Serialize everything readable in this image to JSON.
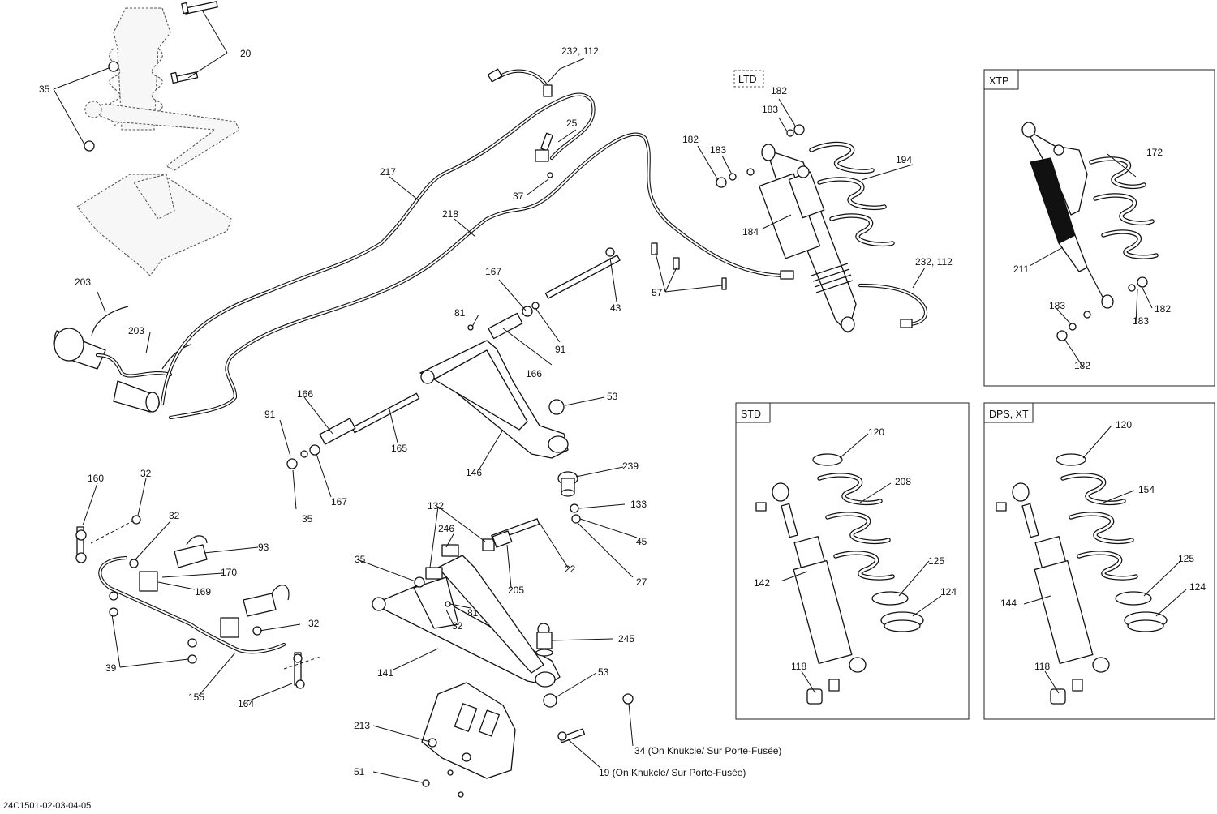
{
  "diagram": {
    "reference_code": "24C1501-02-03-04-05",
    "variants": {
      "ltd": "LTD",
      "xtp": "XTP",
      "std": "STD",
      "dps_xt": "DPS, XT"
    },
    "part_labels": {
      "p20": "20",
      "p35a": "35",
      "p203a": "203",
      "p203b": "203",
      "p217": "217",
      "p218": "218",
      "p25": "25",
      "p37": "37",
      "p232a": "232, 112",
      "p232b": "232, 112",
      "p182a": "182",
      "p183a": "183",
      "p182b": "182",
      "p183b": "183",
      "p194": "194",
      "p184": "184",
      "p57": "57",
      "p43": "43",
      "p167a": "167",
      "p81a": "81",
      "p91a": "91",
      "p166a": "166",
      "p53a": "53",
      "p166b": "166",
      "p91b": "91",
      "p165": "165",
      "p146": "146",
      "p239": "239",
      "p35b": "35",
      "p167b": "167",
      "p133": "133",
      "p45": "45",
      "p27": "27",
      "p160": "160",
      "p32a": "32",
      "p32b": "32",
      "p93": "93",
      "p170": "170",
      "p169": "169",
      "p32c": "32",
      "p39": "39",
      "p155": "155",
      "p164": "164",
      "p132": "132",
      "p246": "246",
      "p22": "22",
      "p35c": "35",
      "p205": "205",
      "p81b": "81",
      "p32d": "32",
      "p245": "245",
      "p141": "141",
      "p53b": "53",
      "p213": "213",
      "p51": "51",
      "p34": "34 (On Knukcle/ Sur Porte-Fusée)",
      "p19": "19 (On Knukcle/ Sur Porte-Fusée)",
      "p172": "172",
      "p211": "211",
      "p183c": "183",
      "p182c": "182",
      "p183d": "183",
      "p182d": "182",
      "p120a": "120",
      "p208": "208",
      "p142": "142",
      "p125a": "125",
      "p124a": "124",
      "p118a": "118",
      "p120b": "120",
      "p154": "154",
      "p144": "144",
      "p125b": "125",
      "p124b": "124",
      "p118b": "118"
    }
  }
}
